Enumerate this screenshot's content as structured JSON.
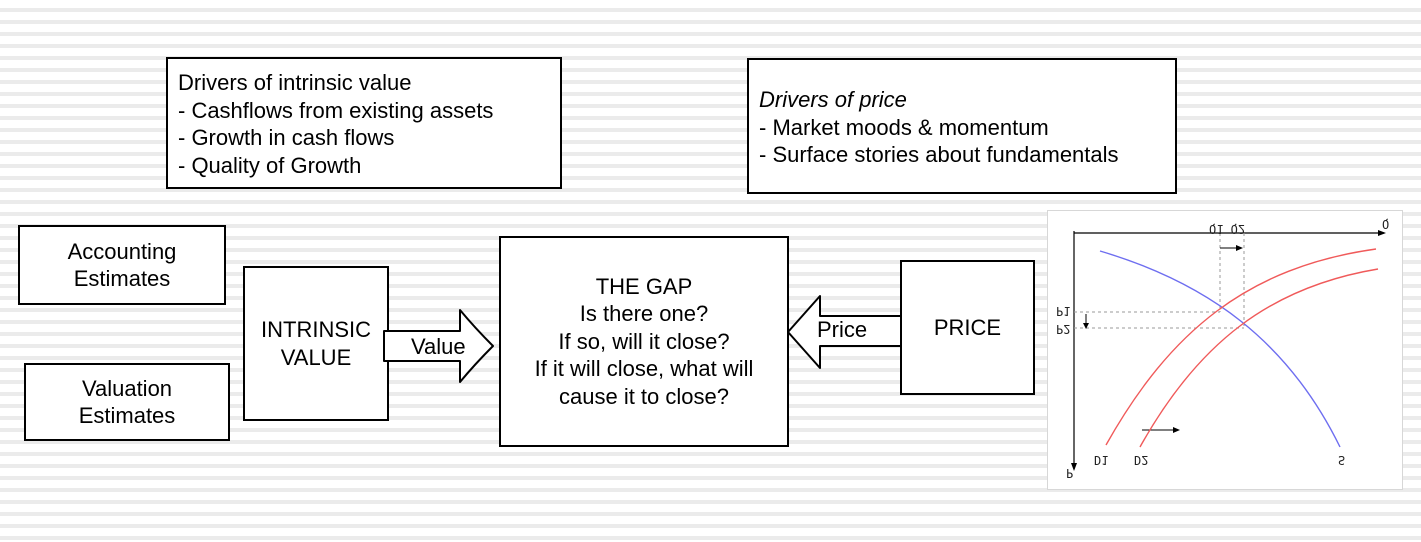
{
  "intrinsic_drivers": {
    "title": "Drivers of intrinsic value",
    "items": [
      "- Cashflows from existing assets",
      "- Growth in cash flows",
      "- Quality of Growth"
    ]
  },
  "price_drivers": {
    "title": "Drivers of price",
    "items": [
      "- Market moods & momentum",
      "- Surface stories about fundamentals"
    ]
  },
  "accounting": {
    "lines": [
      "Accounting",
      "Estimates"
    ]
  },
  "valuation": {
    "lines": [
      "Valuation",
      "Estimates"
    ]
  },
  "intrinsic": {
    "lines": [
      "INTRINSIC",
      "VALUE"
    ]
  },
  "gap": {
    "lines": [
      "THE GAP",
      "Is there one?",
      "If so, will it close?",
      "If it will close, what will",
      "cause it to close?"
    ]
  },
  "price_box": {
    "label": "PRICE"
  },
  "arrows": {
    "value": "Value",
    "price": "Price"
  },
  "chart": {
    "labels": {
      "p_axis": "P",
      "q_axis": "Q",
      "q_ticks": "Q1 Q2",
      "p1": "P1",
      "p2": "P2",
      "d1": "D1",
      "d2": "D2",
      "s": "S"
    },
    "colors": {
      "demand": "#f05a5a",
      "supply": "#6e6ef0"
    }
  }
}
